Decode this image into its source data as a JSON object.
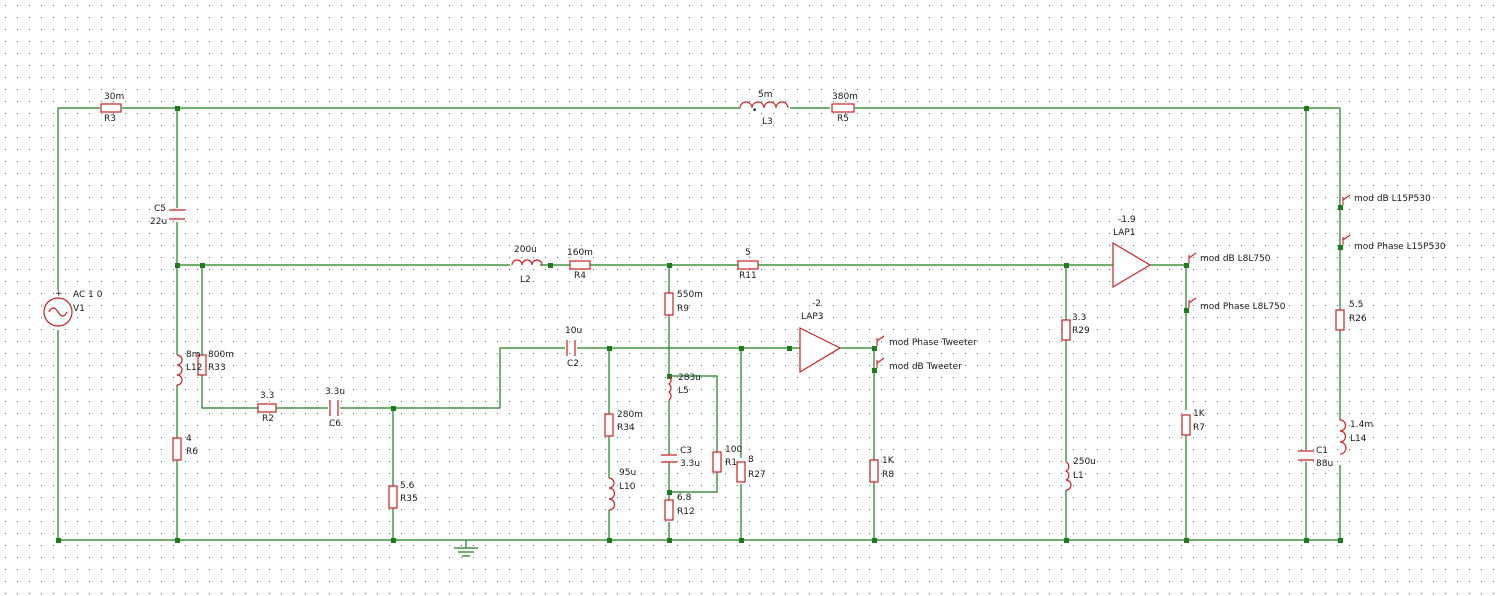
{
  "schematic": {
    "source": {
      "line1": "AC 1 0",
      "ref": "V1"
    },
    "resistors": [
      {
        "ref": "R3",
        "value": "30m"
      },
      {
        "ref": "R5",
        "value": "380m"
      },
      {
        "ref": "R4",
        "value": "160m"
      },
      {
        "ref": "R11",
        "value": "5"
      },
      {
        "ref": "R9",
        "value": "550m"
      },
      {
        "ref": "R33",
        "value": "800m"
      },
      {
        "ref": "R2",
        "value": "3.3"
      },
      {
        "ref": "R6",
        "value": "4"
      },
      {
        "ref": "R35",
        "value": "5.6"
      },
      {
        "ref": "R34",
        "value": "280m"
      },
      {
        "ref": "R1",
        "value": "100"
      },
      {
        "ref": "R27",
        "value": "8"
      },
      {
        "ref": "R12",
        "value": "6.8"
      },
      {
        "ref": "R8",
        "value": "1K"
      },
      {
        "ref": "R29",
        "value": "3.3"
      },
      {
        "ref": "R7",
        "value": "1K"
      },
      {
        "ref": "R26",
        "value": "5.5"
      }
    ],
    "inductors": [
      {
        "ref": "L3",
        "value": "5m"
      },
      {
        "ref": "L2",
        "value": "200u"
      },
      {
        "ref": "L12",
        "value": "8m"
      },
      {
        "ref": "L5",
        "value": "283u"
      },
      {
        "ref": "L10",
        "value": "95u"
      },
      {
        "ref": "L1",
        "value": "250u"
      },
      {
        "ref": "L14",
        "value": "1.4m"
      }
    ],
    "capacitors": [
      {
        "ref": "C5",
        "value": "22u"
      },
      {
        "ref": "C2",
        "value": "10u"
      },
      {
        "ref": "C6",
        "value": "3.3u"
      },
      {
        "ref": "C3",
        "value": "3.3u"
      },
      {
        "ref": "C1",
        "value": "88u"
      }
    ],
    "amplifiers": [
      {
        "name": "LAP3",
        "gain": "-2"
      },
      {
        "name": "LAP1",
        "gain": "-1.9"
      }
    ],
    "probes": [
      "mod dB L15P530",
      "mod Phase L15P530",
      "mod dB L8L750",
      "mod Phase L8L750",
      "mod Phase Tweeter",
      "mod dB Tweeter"
    ],
    "colors": {
      "wire": "#1a7f1a",
      "component": "#cc2020",
      "grid": "#707070",
      "text": "#1a1a1a"
    }
  }
}
